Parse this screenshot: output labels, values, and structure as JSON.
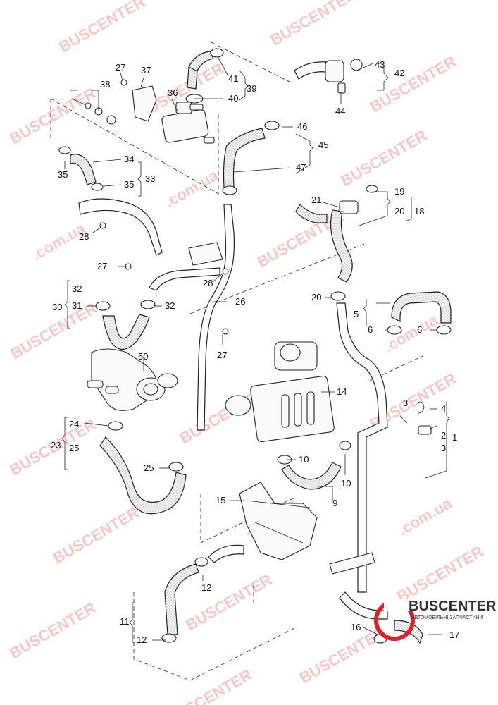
{
  "watermark": {
    "text_a": "BUSCENTER",
    "text_b": ".com.ua"
  },
  "logo": {
    "title": "BUSCENTER",
    "subtitle": "АВТОМОБІЛЬНІ ЗАПЧАСТИНИ",
    "accent_color": "#d8232a"
  },
  "callouts": {
    "c1": "1",
    "c2": "2",
    "c3a": "3",
    "c3b": "3",
    "c4": "4",
    "c5": "5",
    "c6a": "6",
    "c6b": "6",
    "c9": "9",
    "c10a": "10",
    "c10b": "10",
    "c11": "11",
    "c12a": "12",
    "c12b": "12",
    "c14": "14",
    "c15": "15",
    "c16": "16",
    "c17": "17",
    "c18": "18",
    "c19": "19",
    "c20a": "20",
    "c20b": "20",
    "c21": "21",
    "c23": "23",
    "c24": "24",
    "c25a": "25",
    "c25b": "25",
    "c26": "26",
    "c27a": "27",
    "c27b": "27",
    "c27c": "27",
    "c28a": "28",
    "c28b": "28",
    "c30": "30",
    "c31": "31",
    "c32a": "32",
    "c32b": "32",
    "c33": "33",
    "c34": "34",
    "c35a": "35",
    "c35b": "35",
    "c36": "36",
    "c37": "37",
    "c38": "38",
    "c39": "39",
    "c40": "40",
    "c41": "41",
    "c42": "42",
    "c43": "43",
    "c44": "44",
    "c45": "45",
    "c46": "46",
    "c47": "47",
    "c50": "50"
  }
}
